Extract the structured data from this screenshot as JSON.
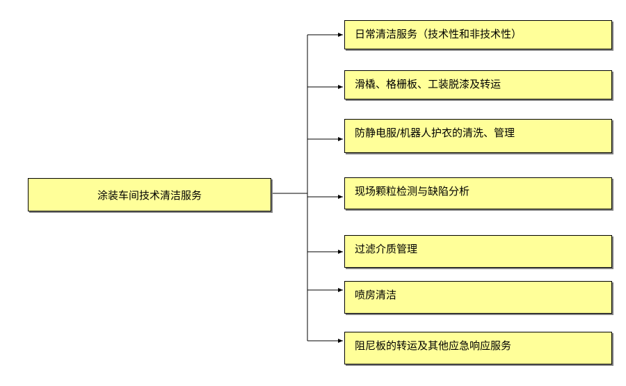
{
  "diagram": {
    "root": {
      "label": "涂装车间技术清洁服务"
    },
    "children": [
      {
        "label": "日常清洁服务（技术性和非技术性）"
      },
      {
        "label": "滑橇、格栅板、工装脱漆及转运"
      },
      {
        "label": "防静电服/机器人护衣的清洗、管理"
      },
      {
        "label": "现场颗粒检测与缺陷分析"
      },
      {
        "label": "过滤介质管理"
      },
      {
        "label": "喷房清洁"
      },
      {
        "label": "阻尼板的转运及其他应急响应服务"
      }
    ],
    "colors": {
      "box_fill": "#ffff99",
      "line": "#000000"
    }
  }
}
